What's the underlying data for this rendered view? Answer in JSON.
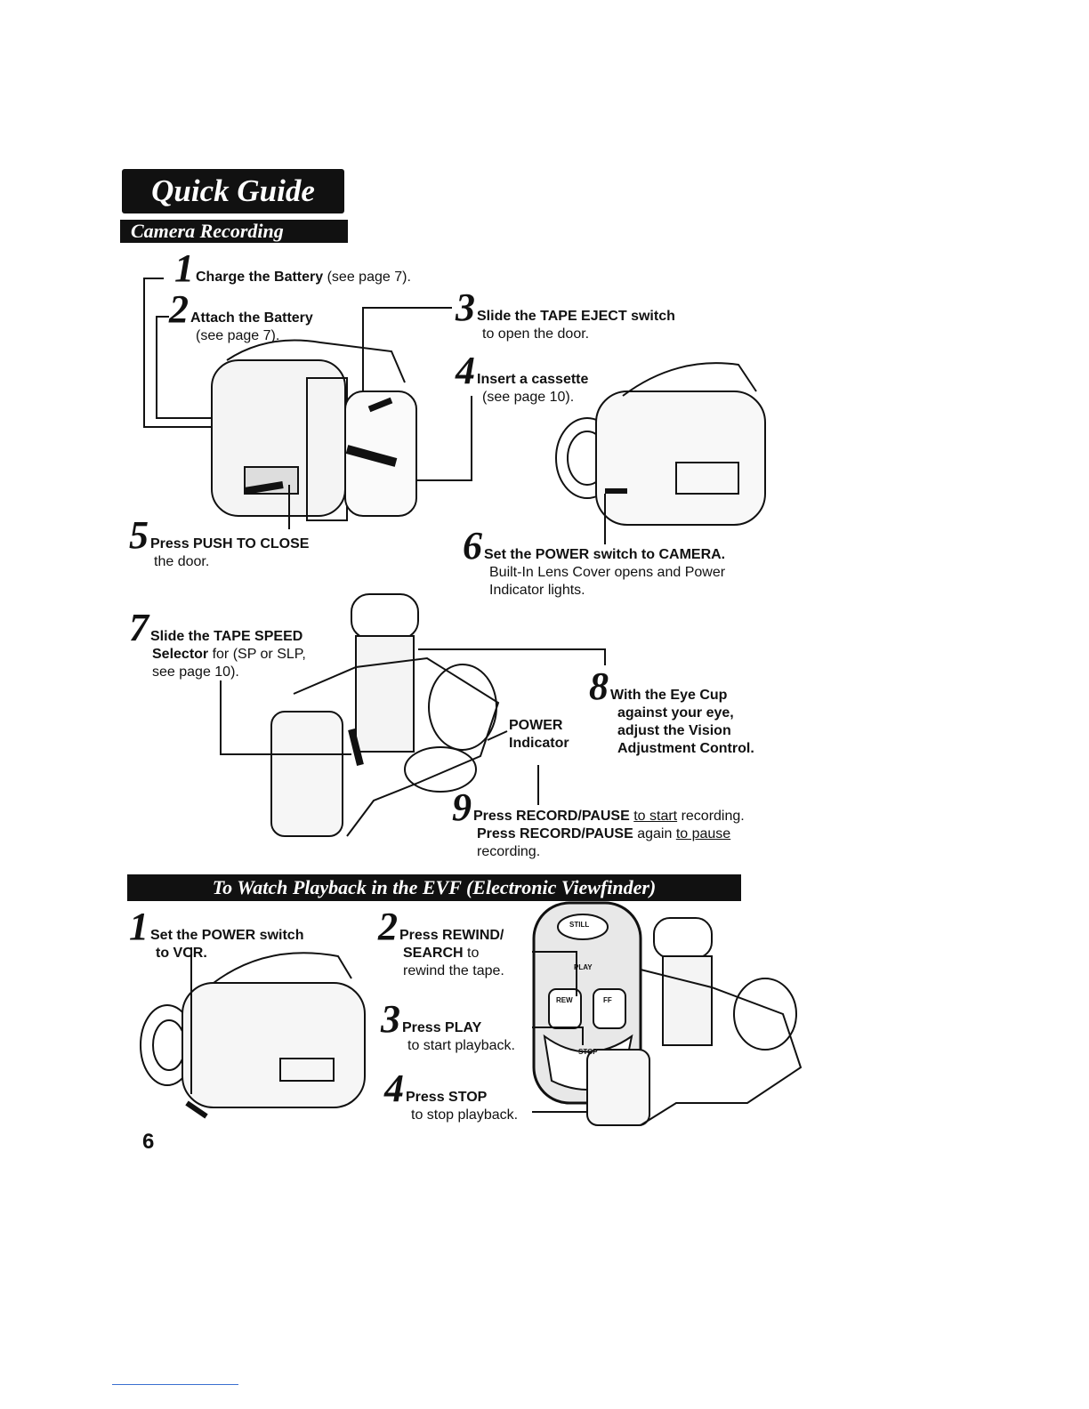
{
  "header": {
    "title": "Quick Guide",
    "section": "Camera Recording"
  },
  "recording_steps": [
    {
      "num": "1",
      "bold": "Charge the Battery",
      "rest": " (see page 7)."
    },
    {
      "num": "2",
      "bold": "Attach the Battery",
      "line2": "(see page 7)."
    },
    {
      "num": "3",
      "pre": "Slide the ",
      "bold": "TAPE EJECT switch",
      "line2": "to open the door."
    },
    {
      "num": "4",
      "bold": "Insert a cassette",
      "line2": "(see page 10)."
    },
    {
      "num": "5",
      "bold": "Press PUSH TO CLOSE",
      "line2": "the door."
    },
    {
      "num": "6",
      "bold": "Set the POWER switch to CAMERA.",
      "line2": "Built-In Lens Cover opens and Power",
      "line3": "Indicator lights."
    },
    {
      "num": "7",
      "bold": "Slide the TAPE SPEED",
      "line2_bold": "Selector",
      "line2_rest": " for (SP or SLP,",
      "line3": "see page 10)."
    },
    {
      "num": "8",
      "line1": "With the Eye Cup",
      "line2": "against your eye,",
      "line3": "adjust the Vision",
      "line4": "Adjustment Control."
    },
    {
      "num": "9",
      "pre": "Press ",
      "bold": "RECORD/PAUSE",
      "mid": " ",
      "u1": "to start",
      "post": " recording.",
      "l2pre": "Press ",
      "l2bold": "RECORD/PAUSE",
      "l2mid": " again ",
      "l2u": "to pause",
      "line3": "recording."
    }
  ],
  "callouts": {
    "power_indicator_1": "POWER",
    "power_indicator_2": "Indicator"
  },
  "playback": {
    "title": "To Watch Playback in the EVF (Electronic Viewfinder)",
    "steps": [
      {
        "num": "1",
        "line1": "Set the POWER switch",
        "line2": "to VCR."
      },
      {
        "num": "2",
        "line1": "Press REWIND/",
        "line2": "SEARCH",
        "line2_rest": " to",
        "line3": "rewind the tape."
      },
      {
        "num": "3",
        "line1": "Press PLAY",
        "line2": "to start playback."
      },
      {
        "num": "4",
        "line1": "Press STOP",
        "line2": "to stop playback."
      }
    ],
    "buttons": {
      "still": "STILL",
      "play": "PLAY",
      "rew": "REW",
      "ff": "FF",
      "stop": "STOP"
    }
  },
  "page_number": "6"
}
